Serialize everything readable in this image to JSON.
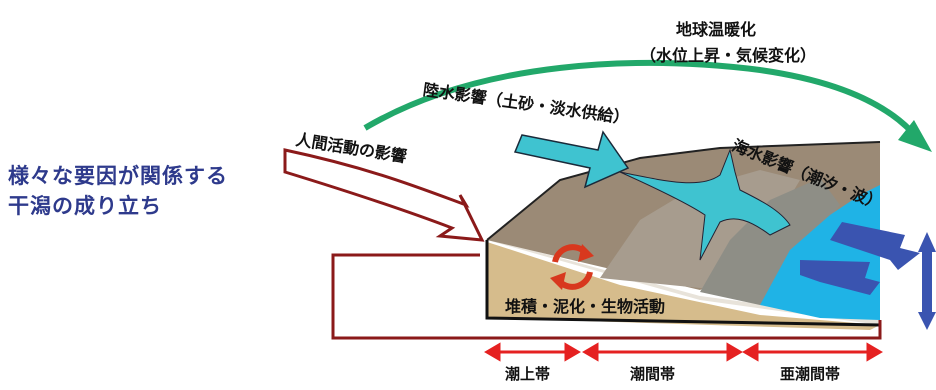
{
  "caption": [
    "様々な要因が関係する",
    "干潟の成り立ち"
  ],
  "labels": {
    "global_warming": "地球温暖化",
    "global_warming_detail": "（水位上昇・気候変化）",
    "land_water": "陸水影響（土砂・淡水供給）",
    "human": "人間活動の影響",
    "sea_water": "海水影響（潮汐・波）",
    "sediment": "堆積・泥化・生物活動"
  },
  "zones": [
    "潮上帯",
    "潮間帯",
    "亜潮間帯"
  ],
  "colors": {
    "green_arrow": "#22a86a",
    "human_arrow": "#8b1a1a",
    "river": "#3fc3d0",
    "sea": "#1fb3e6",
    "sea_arrow": "#3a54b0",
    "zone_arrow": "#e52121",
    "cycle": "#d8381e",
    "caption": "#2e3a8c",
    "land_top": "#9d8c79",
    "sand": "#d8bf8f"
  },
  "icons": [
    "green-curved-arrow-icon",
    "human-impact-arrow-icon",
    "river-arrow-icon",
    "wave-double-arrow-icon",
    "tide-vertical-arrow-icon",
    "cycle-arrows-icon"
  ]
}
